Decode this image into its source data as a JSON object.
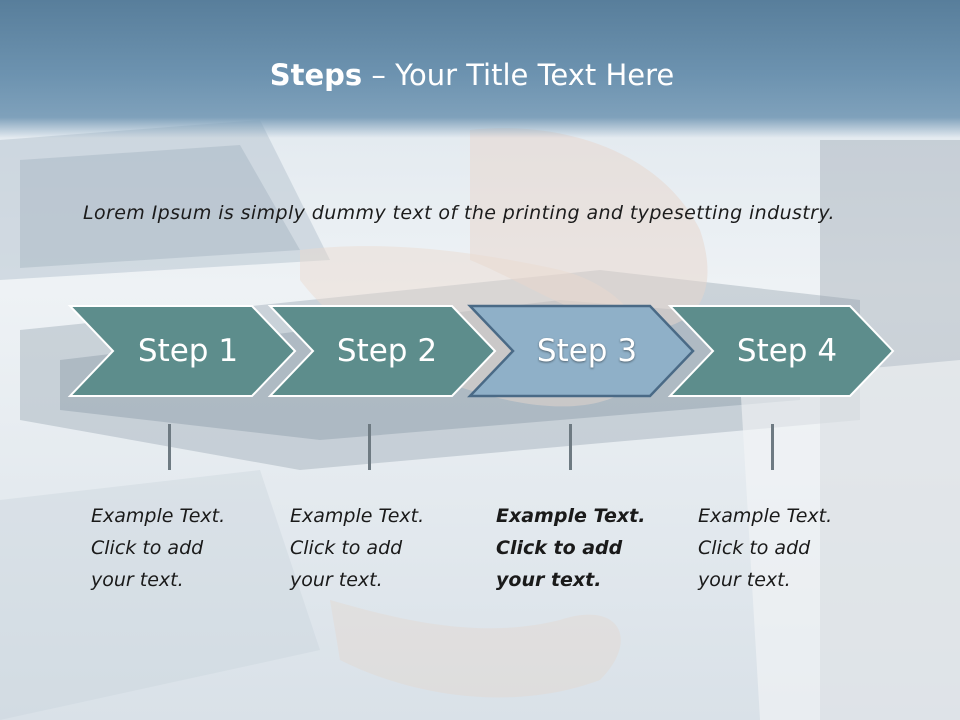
{
  "title": {
    "strong": "Steps",
    "rest": " – Your Title Text Here"
  },
  "intro_text": "Lorem Ipsum is simply dummy text of the printing and typesetting industry.",
  "colors": {
    "title_bar": "#6d93b0",
    "step_fill": "#5d8d8c",
    "step_active_fill": "#8fb0c8",
    "step_active_border": "#4a6a86"
  },
  "steps": [
    {
      "label": "Step 1",
      "active": false,
      "desc": [
        "Example Text.",
        "Click  to add",
        "your text."
      ]
    },
    {
      "label": "Step 2",
      "active": false,
      "desc": [
        "Example Text.",
        "Click  to add",
        "your text."
      ]
    },
    {
      "label": "Step 3",
      "active": true,
      "desc": [
        "Example Text.",
        "Click  to add",
        "your text."
      ]
    },
    {
      "label": "Step 4",
      "active": false,
      "desc": [
        "Example Text.",
        "Click  to add",
        "your text."
      ]
    }
  ]
}
